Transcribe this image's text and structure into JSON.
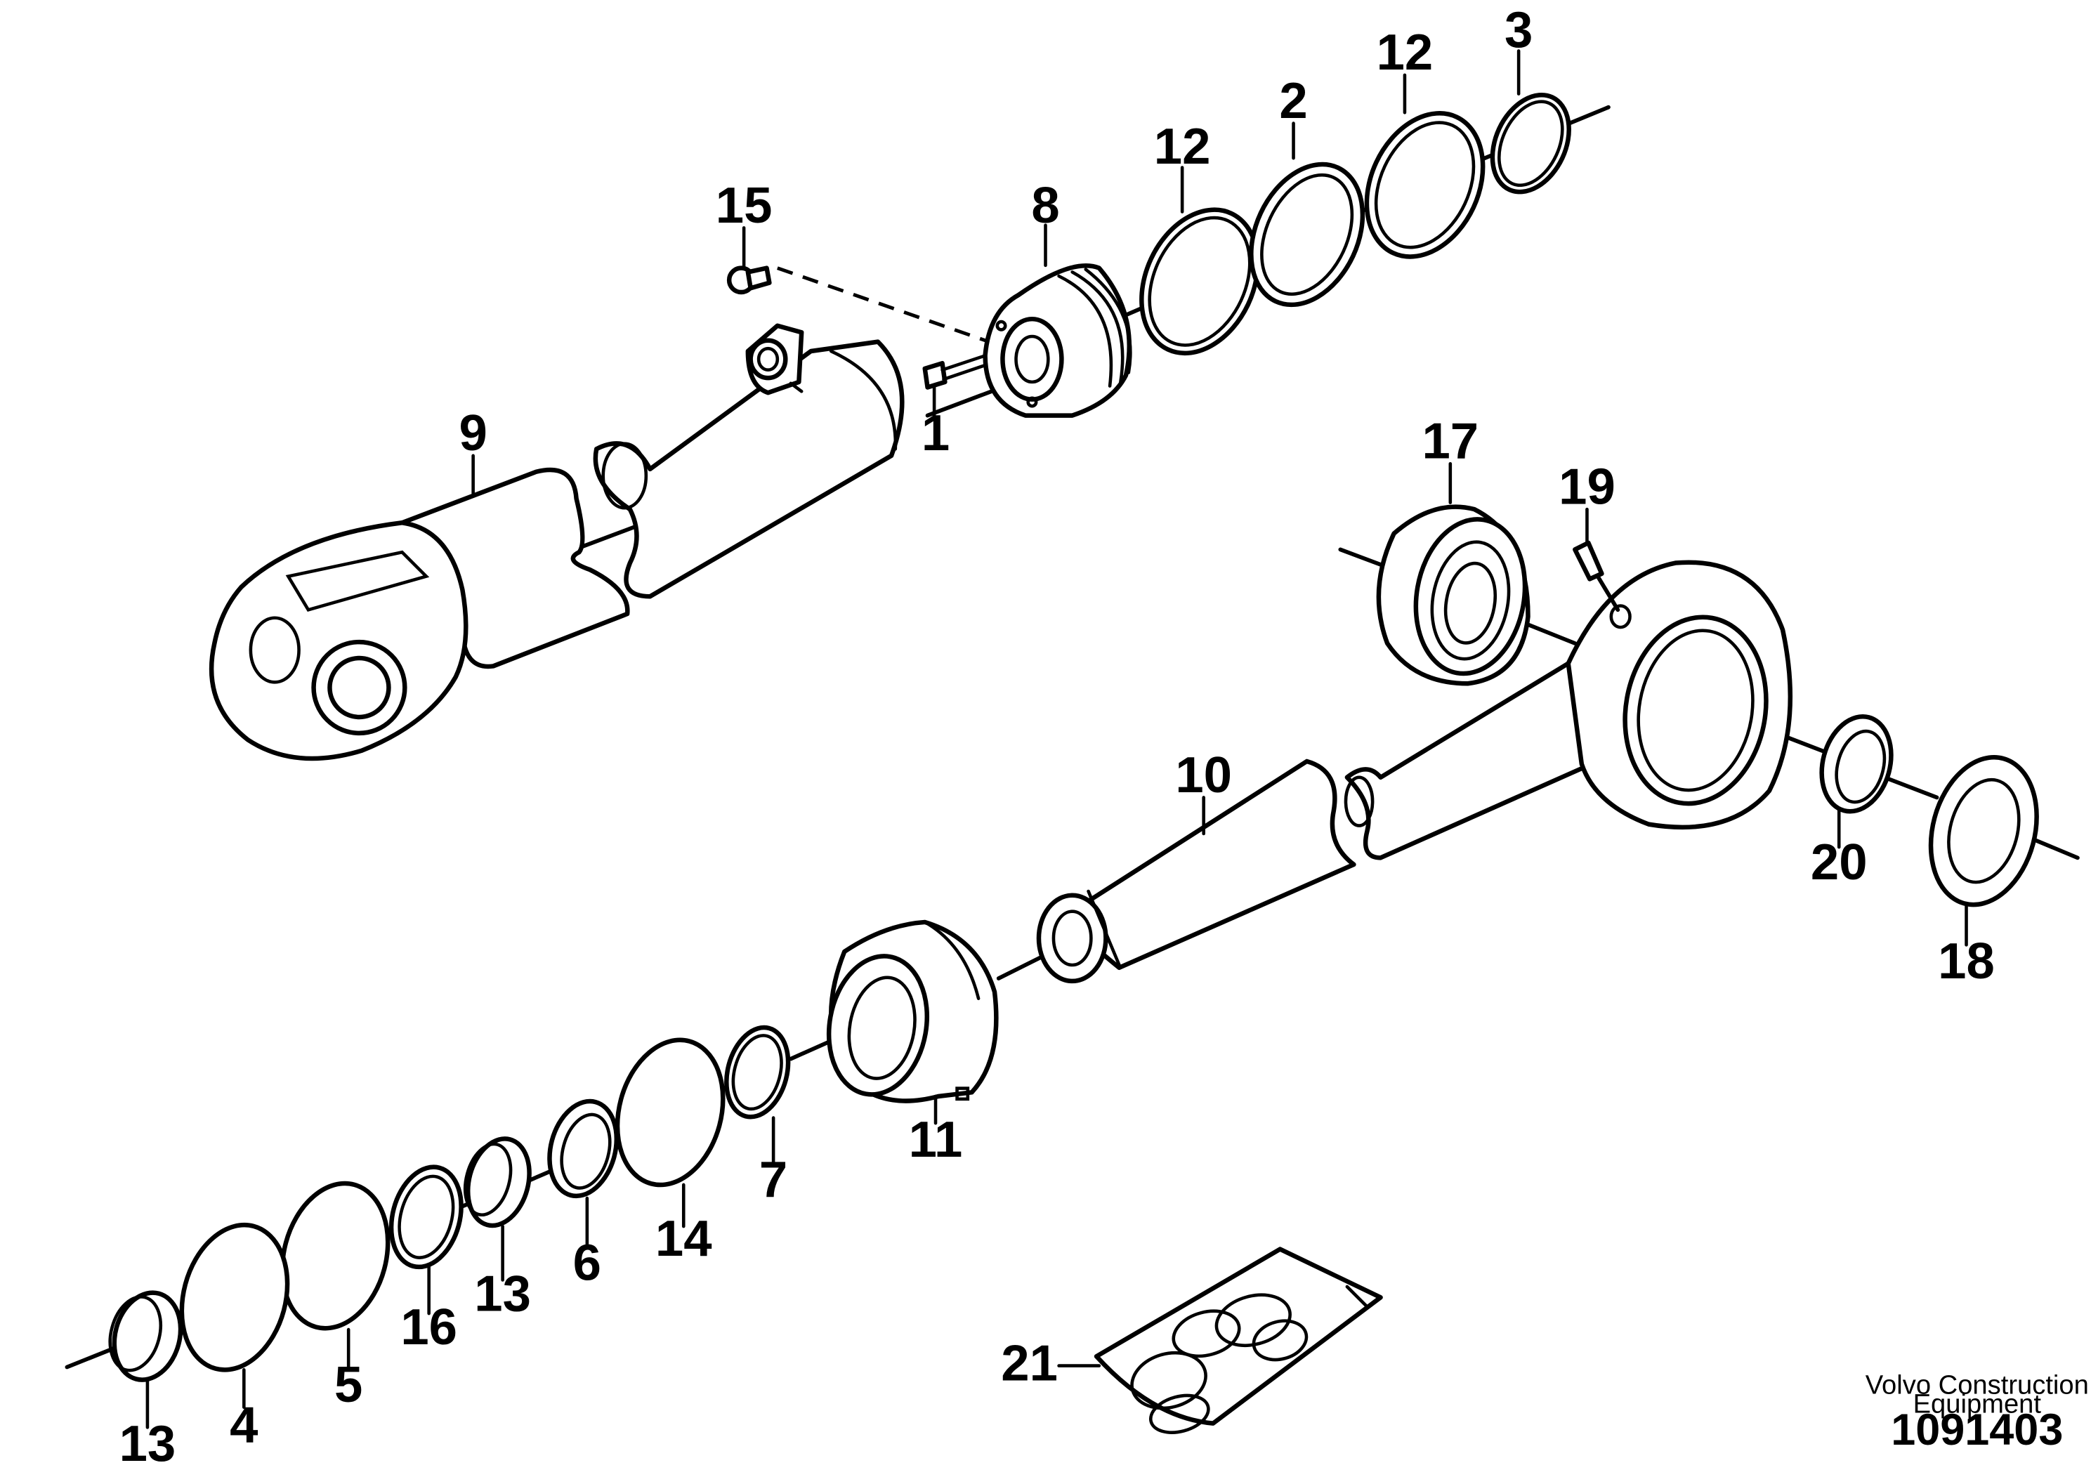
{
  "callouts": [
    {
      "id": "c1",
      "text": "1"
    },
    {
      "id": "c2",
      "text": "2"
    },
    {
      "id": "c3",
      "text": "3"
    },
    {
      "id": "c4",
      "text": "4"
    },
    {
      "id": "c5",
      "text": "5"
    },
    {
      "id": "c6",
      "text": "6"
    },
    {
      "id": "c7",
      "text": "7"
    },
    {
      "id": "c8",
      "text": "8"
    },
    {
      "id": "c9",
      "text": "9"
    },
    {
      "id": "c10",
      "text": "10"
    },
    {
      "id": "c11",
      "text": "11"
    },
    {
      "id": "c12a",
      "text": "12"
    },
    {
      "id": "c12b",
      "text": "12"
    },
    {
      "id": "c13a",
      "text": "13"
    },
    {
      "id": "c13b",
      "text": "13"
    },
    {
      "id": "c14",
      "text": "14"
    },
    {
      "id": "c15",
      "text": "15"
    },
    {
      "id": "c16",
      "text": "16"
    },
    {
      "id": "c17",
      "text": "17"
    },
    {
      "id": "c18",
      "text": "18"
    },
    {
      "id": "c19",
      "text": "19"
    },
    {
      "id": "c20",
      "text": "20"
    },
    {
      "id": "c21",
      "text": "21"
    }
  ],
  "credit": {
    "line1": "Volvo Construction",
    "line2": "Equipment"
  },
  "document_number": "1091403"
}
